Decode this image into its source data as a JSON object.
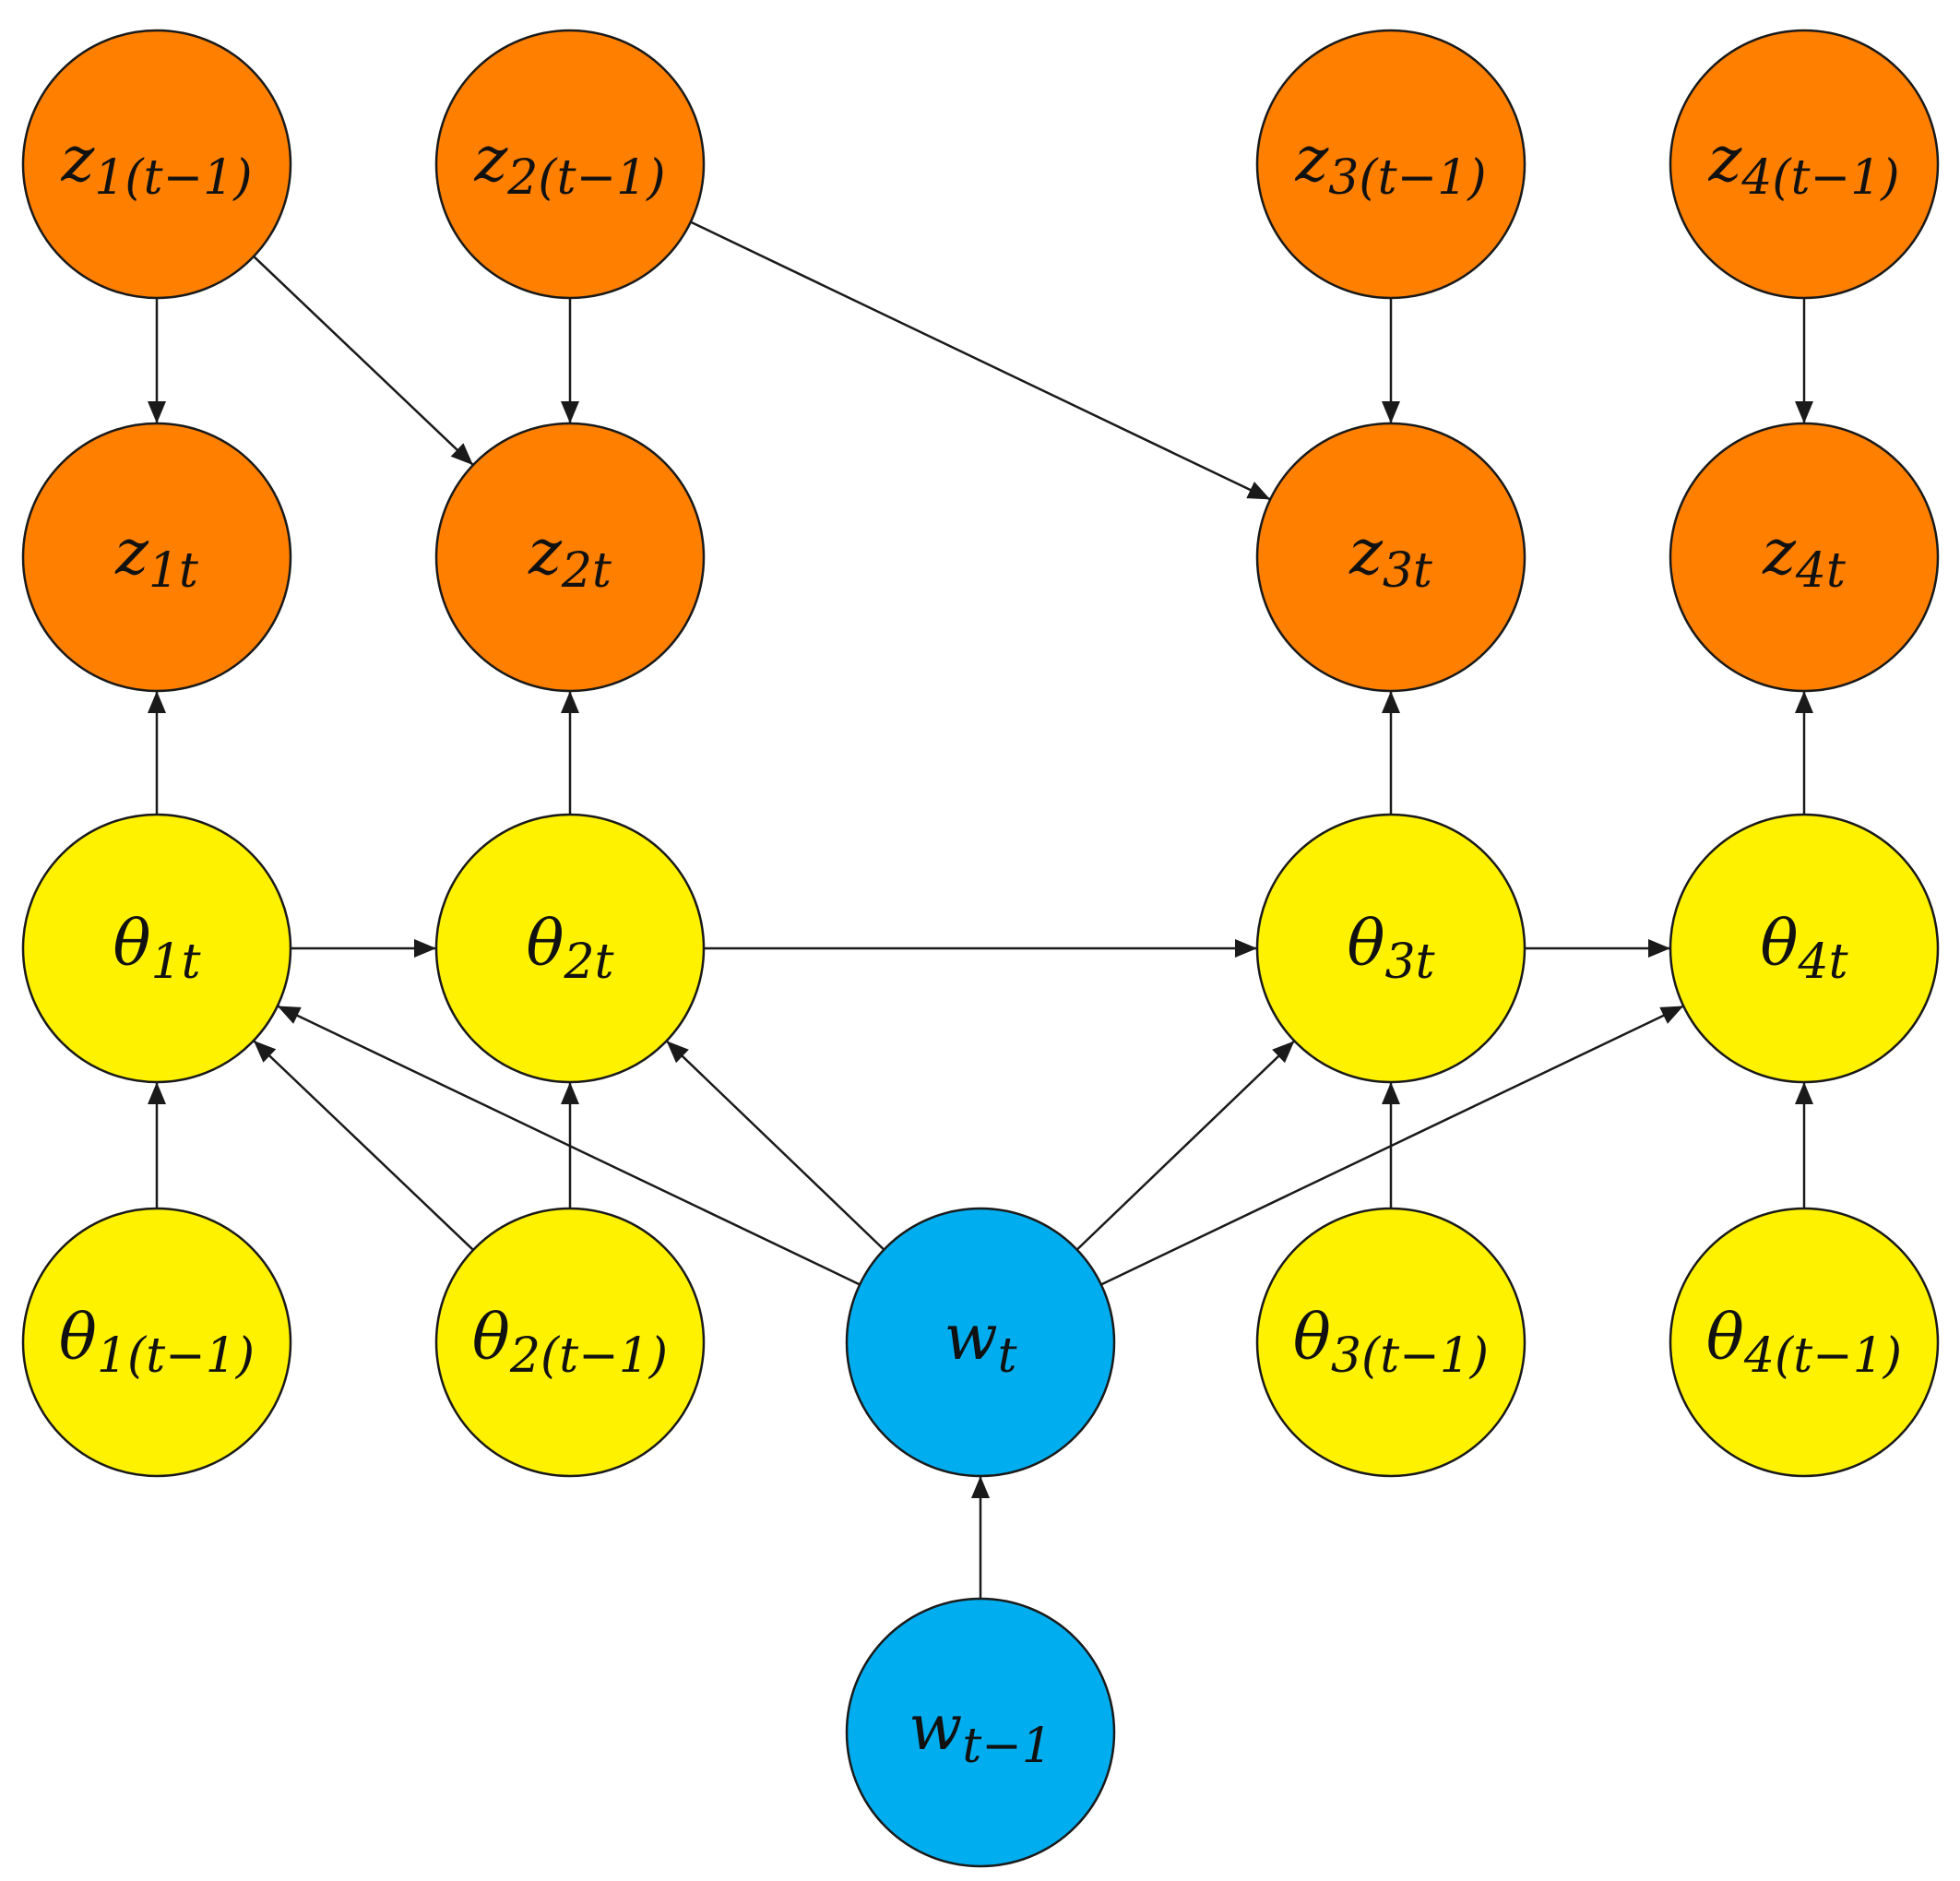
{
  "colors": {
    "z": "#FF7F00",
    "theta": "#FFF200",
    "w": "#00AEEF",
    "stroke": "#1a1a1a",
    "background": "#ffffff"
  },
  "nodes": [
    {
      "id": "z1_prev",
      "base": "z",
      "sub": "1(t−1)",
      "group": "z"
    },
    {
      "id": "z2_prev",
      "base": "z",
      "sub": "2(t−1)",
      "group": "z"
    },
    {
      "id": "z3_prev",
      "base": "z",
      "sub": "3(t−1)",
      "group": "z"
    },
    {
      "id": "z4_prev",
      "base": "z",
      "sub": "4(t−1)",
      "group": "z"
    },
    {
      "id": "z1t",
      "base": "z",
      "sub": "1t",
      "group": "z"
    },
    {
      "id": "z2t",
      "base": "z",
      "sub": "2t",
      "group": "z"
    },
    {
      "id": "z3t",
      "base": "z",
      "sub": "3t",
      "group": "z"
    },
    {
      "id": "z4t",
      "base": "z",
      "sub": "4t",
      "group": "z"
    },
    {
      "id": "theta1t",
      "base": "θ",
      "sub": "1t",
      "group": "theta"
    },
    {
      "id": "theta2t",
      "base": "θ",
      "sub": "2t",
      "group": "theta"
    },
    {
      "id": "theta3t",
      "base": "θ",
      "sub": "3t",
      "group": "theta"
    },
    {
      "id": "theta4t",
      "base": "θ",
      "sub": "4t",
      "group": "theta"
    },
    {
      "id": "theta1_prev",
      "base": "θ",
      "sub": "1(t−1)",
      "group": "theta"
    },
    {
      "id": "theta2_prev",
      "base": "θ",
      "sub": "2(t−1)",
      "group": "theta"
    },
    {
      "id": "wt",
      "base": "w",
      "sub": "t",
      "group": "w"
    },
    {
      "id": "theta3_prev",
      "base": "θ",
      "sub": "3(t−1)",
      "group": "theta"
    },
    {
      "id": "theta4_prev",
      "base": "θ",
      "sub": "4(t−1)",
      "group": "theta"
    },
    {
      "id": "w_prev",
      "base": "w",
      "sub": "t−1",
      "group": "w"
    }
  ],
  "edges": [
    [
      "z1_prev",
      "z1t"
    ],
    [
      "z1_prev",
      "z2t"
    ],
    [
      "z2_prev",
      "z2t"
    ],
    [
      "z2_prev",
      "z3t"
    ],
    [
      "z3_prev",
      "z3t"
    ],
    [
      "z4_prev",
      "z4t"
    ],
    [
      "theta1t",
      "z1t"
    ],
    [
      "theta2t",
      "z2t"
    ],
    [
      "theta3t",
      "z3t"
    ],
    [
      "theta4t",
      "z4t"
    ],
    [
      "theta1t",
      "theta2t"
    ],
    [
      "theta2t",
      "theta3t"
    ],
    [
      "theta3t",
      "theta4t"
    ],
    [
      "theta1_prev",
      "theta1t"
    ],
    [
      "theta2_prev",
      "theta1t"
    ],
    [
      "theta2_prev",
      "theta2t"
    ],
    [
      "theta3_prev",
      "theta3t"
    ],
    [
      "theta4_prev",
      "theta4t"
    ],
    [
      "wt",
      "theta1t"
    ],
    [
      "wt",
      "theta2t"
    ],
    [
      "wt",
      "theta3t"
    ],
    [
      "wt",
      "theta4t"
    ],
    [
      "w_prev",
      "wt"
    ]
  ]
}
